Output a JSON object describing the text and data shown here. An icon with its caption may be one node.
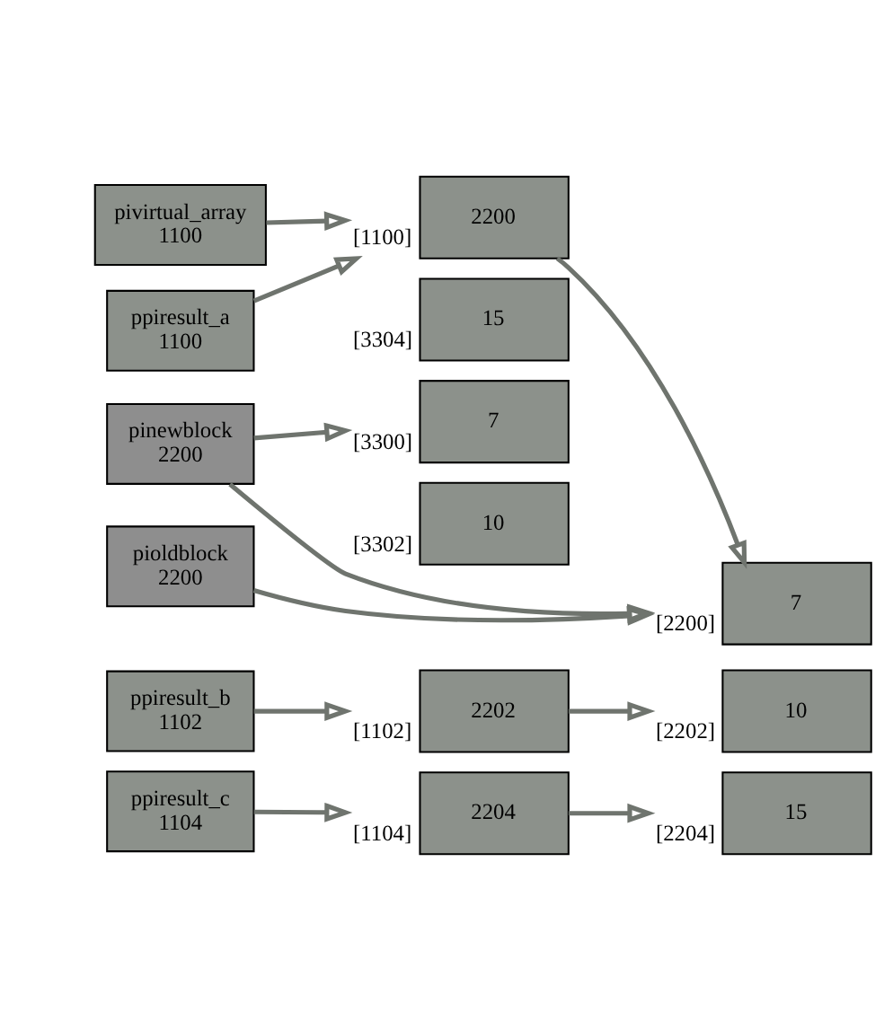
{
  "diagram": {
    "nodes": [
      {
        "text": [
          "ppiresult_a",
          "1100"
        ]
      },
      {
        "text": [
          "pivirtual_array",
          "1100"
        ]
      },
      {
        "text": [
          "pinewblock",
          "2200"
        ]
      },
      {
        "text": [
          "pioldblock",
          "2200"
        ]
      },
      {
        "text": [
          "ppiresult_b",
          "1102"
        ]
      },
      {
        "text": [
          "ppiresult_c",
          "1104"
        ]
      },
      {
        "text": [
          "2200"
        ],
        "beside": [
          "[1100]"
        ]
      },
      {
        "text": [
          "2202"
        ],
        "beside": [
          "[1102]"
        ]
      },
      {
        "text": [
          "2204"
        ],
        "beside": [
          "[1104]"
        ]
      },
      {
        "text": [
          "7"
        ],
        "beside": [
          "[2200]"
        ]
      },
      {
        "text": [
          "10"
        ],
        "beside": [
          "[2202]"
        ]
      },
      {
        "text": [
          "15"
        ],
        "beside": [
          "[2204]"
        ]
      },
      {
        "text": [
          "7"
        ],
        "beside": [
          "[3300]"
        ]
      },
      {
        "text": [
          "10"
        ],
        "beside": [
          "[3302]"
        ]
      },
      {
        "text": [
          "15"
        ],
        "beside": [
          "[3304]"
        ]
      }
    ],
    "edges": [
      {
        "from": 0,
        "to": 6,
        "arrow": "to"
      },
      {
        "from": 1,
        "to": 6,
        "arrow": "to"
      },
      {
        "from": 4,
        "to": 7,
        "arrow": "to"
      },
      {
        "from": 5,
        "to": 8,
        "arrow": "to"
      },
      {
        "from": 3,
        "to": 9,
        "arrow": "to"
      },
      {
        "from": 2,
        "to": 9,
        "arrow": "to"
      },
      {
        "from": 6,
        "to": 9,
        "arrow": "to"
      },
      {
        "from": 7,
        "to": 10,
        "arrow": "to"
      },
      {
        "from": 8,
        "to": 11,
        "arrow": "to"
      },
      {
        "from": 2,
        "to": 12,
        "arrow": "to"
      }
    ]
  }
}
